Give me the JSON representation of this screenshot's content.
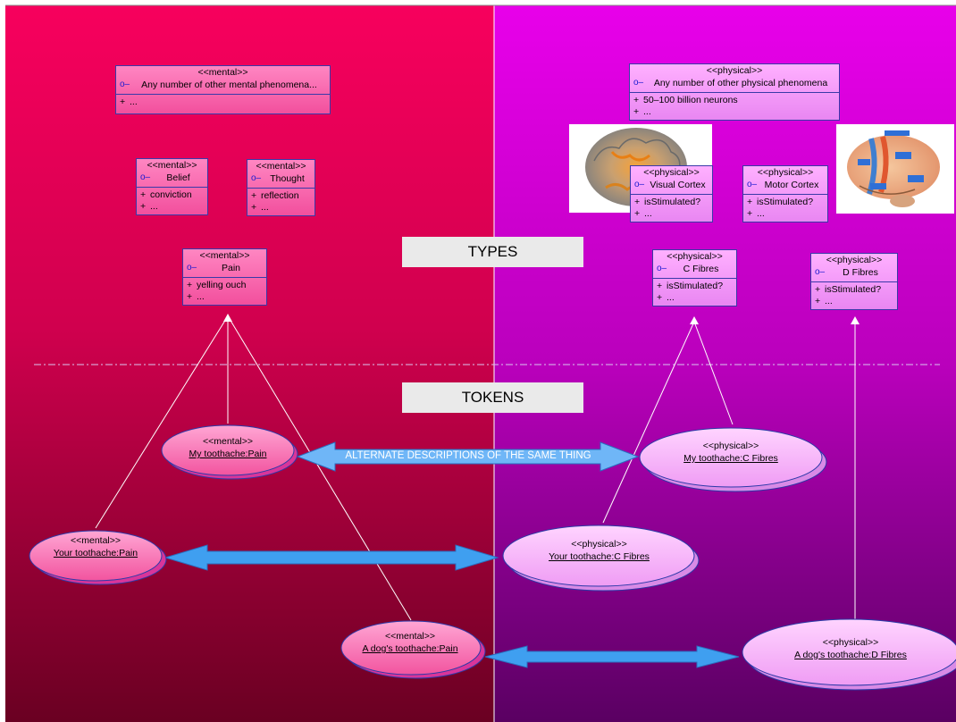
{
  "types_label": "TYPES",
  "tokens_label": "TOKENS",
  "alternate_label": "ALTERNATE DESCRIPTIONS OF THE SAME THING",
  "interface_icon": "lollipop-interface-icon",
  "colors": {
    "mental_bg": "#e8005a",
    "physical_bg": "#d600d6",
    "class_border": "#3a3aa8",
    "arrow": "#4aa2f0"
  },
  "classes": {
    "mental_other": {
      "stereotype": "<<mental>>",
      "name": "Any number of other mental phenomena...",
      "attrs": [
        "..."
      ]
    },
    "belief": {
      "stereotype": "<<mental>>",
      "name": "Belief",
      "attrs": [
        "conviction",
        "..."
      ]
    },
    "thought": {
      "stereotype": "<<mental>>",
      "name": "Thought",
      "attrs": [
        "reflection",
        "..."
      ]
    },
    "pain": {
      "stereotype": "<<mental>>",
      "name": "Pain",
      "attrs": [
        "yelling ouch",
        "..."
      ]
    },
    "physical_other": {
      "stereotype": "<<physical>>",
      "name": "Any number of other physical phenomena",
      "attrs": [
        "50–100 billion neurons",
        "..."
      ]
    },
    "visual_cortex": {
      "stereotype": "<<physical>>",
      "name": "Visual Cortex",
      "attrs": [
        "isStimulated?",
        "..."
      ]
    },
    "motor_cortex": {
      "stereotype": "<<physical>>",
      "name": "Motor Cortex",
      "attrs": [
        "isStimulated?",
        "..."
      ]
    },
    "c_fibres": {
      "stereotype": "<<physical>>",
      "name": "C Fibres",
      "attrs": [
        "isStimulated?",
        "..."
      ]
    },
    "d_fibres": {
      "stereotype": "<<physical>>",
      "name": "D Fibres",
      "attrs": [
        "isStimulated?",
        "..."
      ]
    }
  },
  "tokens": {
    "my_pain": {
      "stereotype": "<<mental>>",
      "name": "My toothache:Pain"
    },
    "your_pain": {
      "stereotype": "<<mental>>",
      "name": "Your toothache:Pain"
    },
    "dog_pain": {
      "stereotype": "<<mental>>",
      "name": "A dog's toothache:Pain"
    },
    "my_c": {
      "stereotype": "<<physical>>",
      "name": "My toothache:C Fibres"
    },
    "your_c": {
      "stereotype": "<<physical>>",
      "name": "Your toothache:C Fibres"
    },
    "dog_d": {
      "stereotype": "<<physical>>",
      "name": "A dog's toothache:D Fibres"
    }
  }
}
